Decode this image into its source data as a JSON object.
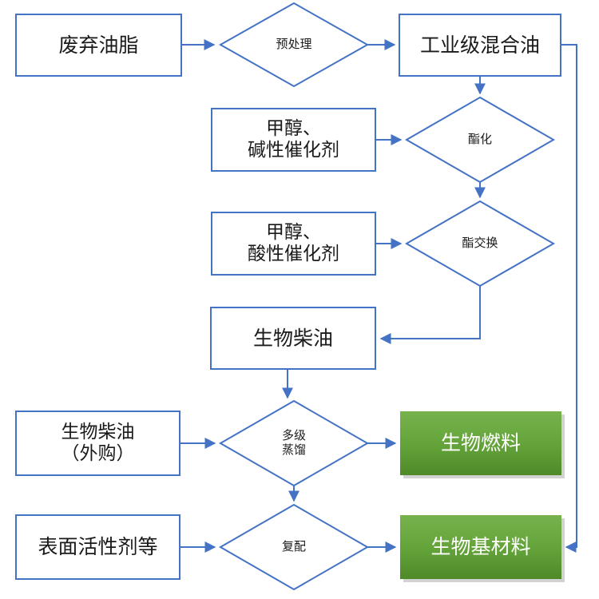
{
  "diagram": {
    "type": "process-flowchart",
    "title": "",
    "palette": {
      "stroke": "#4472c4",
      "arrow": "#4472c4",
      "box_fill": "#ffffff",
      "text": "#1a1a1a",
      "output_fill_top": "#70ad47",
      "output_fill_bottom": "#4e8a28",
      "output_text": "#ffffff",
      "shadow": "#9b9b9b"
    },
    "nodes": [
      {
        "id": "waste-oil",
        "shape": "rectangle",
        "label": "废弃油脂"
      },
      {
        "id": "pretreatment",
        "shape": "diamond",
        "label": "预处理"
      },
      {
        "id": "industrial-mixed-oil",
        "shape": "rectangle",
        "label": "工业级混合油"
      },
      {
        "id": "methanol-alkali",
        "shape": "rectangle",
        "label": "甲醇、\n碱性催化剂"
      },
      {
        "id": "esterification",
        "shape": "diamond",
        "label": "酯化"
      },
      {
        "id": "methanol-acid",
        "shape": "rectangle",
        "label": "甲醇、\n酸性催化剂"
      },
      {
        "id": "transesterification",
        "shape": "diamond",
        "label": "酯交换"
      },
      {
        "id": "biodiesel",
        "shape": "rectangle",
        "label": "生物柴油"
      },
      {
        "id": "biodiesel-purchased",
        "shape": "rectangle",
        "label": "生物柴油\n（外购）"
      },
      {
        "id": "multistage-distill",
        "shape": "diamond",
        "label": "多级\n蒸馏"
      },
      {
        "id": "biofuel",
        "shape": "output",
        "label": "生物燃料"
      },
      {
        "id": "surfactant",
        "shape": "rectangle",
        "label": "表面活性剂等"
      },
      {
        "id": "compounding",
        "shape": "diamond",
        "label": "复配"
      },
      {
        "id": "biobased-material",
        "shape": "output",
        "label": "生物基材料"
      }
    ],
    "edges": [
      {
        "from": "waste-oil",
        "to": "pretreatment"
      },
      {
        "from": "pretreatment",
        "to": "industrial-mixed-oil"
      },
      {
        "from": "industrial-mixed-oil",
        "to": "esterification"
      },
      {
        "from": "methanol-alkali",
        "to": "esterification"
      },
      {
        "from": "esterification",
        "to": "transesterification"
      },
      {
        "from": "methanol-acid",
        "to": "transesterification"
      },
      {
        "from": "transesterification",
        "to": "biodiesel"
      },
      {
        "from": "biodiesel",
        "to": "multistage-distill"
      },
      {
        "from": "biodiesel-purchased",
        "to": "multistage-distill"
      },
      {
        "from": "multistage-distill",
        "to": "biofuel"
      },
      {
        "from": "multistage-distill",
        "to": "compounding"
      },
      {
        "from": "surfactant",
        "to": "compounding"
      },
      {
        "from": "compounding",
        "to": "biobased-material"
      },
      {
        "from": "industrial-mixed-oil",
        "to": "biobased-material"
      }
    ]
  }
}
